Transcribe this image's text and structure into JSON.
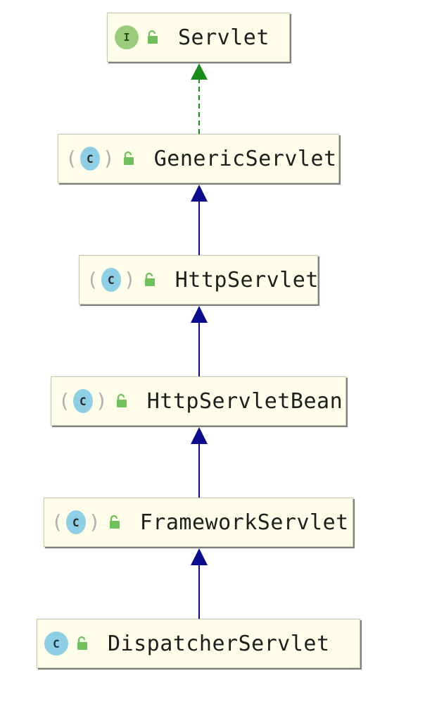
{
  "nodes": [
    {
      "id": "servlet",
      "label": "Servlet",
      "kind": "interface",
      "badge": "I"
    },
    {
      "id": "generic-servlet",
      "label": "GenericServlet",
      "kind": "abstract",
      "badge": "C"
    },
    {
      "id": "http-servlet",
      "label": "HttpServlet",
      "kind": "abstract",
      "badge": "C"
    },
    {
      "id": "http-servlet-bean",
      "label": "HttpServletBean",
      "kind": "abstract",
      "badge": "C"
    },
    {
      "id": "framework-servlet",
      "label": "FrameworkServlet",
      "kind": "abstract",
      "badge": "C"
    },
    {
      "id": "dispatcher-servlet",
      "label": "DispatcherServlet",
      "kind": "class",
      "badge": "C"
    }
  ],
  "edges": [
    {
      "from": "generic-servlet",
      "to": "servlet",
      "type": "implements",
      "color": "#1a8c1a"
    },
    {
      "from": "http-servlet",
      "to": "generic-servlet",
      "type": "extends",
      "color": "#0a0a8c"
    },
    {
      "from": "http-servlet-bean",
      "to": "http-servlet",
      "type": "extends",
      "color": "#0a0a8c"
    },
    {
      "from": "framework-servlet",
      "to": "http-servlet-bean",
      "type": "extends",
      "color": "#0a0a8c"
    },
    {
      "from": "dispatcher-servlet",
      "to": "framework-servlet",
      "type": "extends",
      "color": "#0a0a8c"
    }
  ],
  "icons": {
    "visibility": "unlocked-lock-icon",
    "lock_color": "#6fbf5a"
  }
}
